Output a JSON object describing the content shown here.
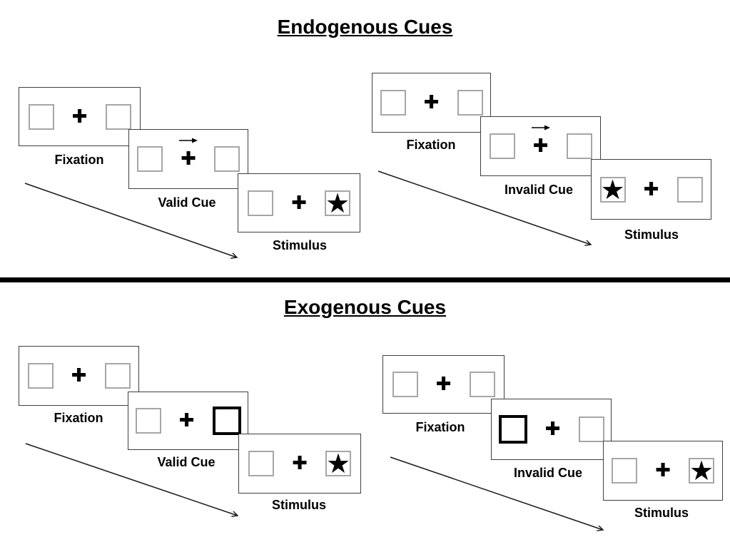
{
  "titles": {
    "endogenous": "Endogenous Cues",
    "exogenous": "Exogenous Cues"
  },
  "glyphs": {
    "plus": "✚",
    "star": "★"
  },
  "icons": {
    "cue_arrow_icon": "→",
    "sequence_arrow_icon": "↘",
    "fixation_cross_icon": "✚",
    "star_icon": "★"
  },
  "colors": {
    "background": "#ffffff",
    "text": "#000000",
    "card_border": "#3f3f3f",
    "box_border": "#a6a6a6",
    "cue_box_border": "#000000",
    "divider": "#000000",
    "arrow": "#1a1a1a"
  },
  "groups": {
    "endogenous_valid": {
      "cue_type": "endogenous-arrow-right",
      "star_position": "right",
      "frames": [
        {
          "label": "Fixation"
        },
        {
          "label": "Valid Cue"
        },
        {
          "label": "Stimulus"
        }
      ]
    },
    "endogenous_invalid": {
      "cue_type": "endogenous-arrow-right",
      "star_position": "left",
      "frames": [
        {
          "label": "Fixation"
        },
        {
          "label": "Invalid Cue"
        },
        {
          "label": "Stimulus"
        }
      ]
    },
    "exogenous_valid": {
      "cue_type": "exogenous-thick-box-right",
      "star_position": "right",
      "frames": [
        {
          "label": "Fixation"
        },
        {
          "label": "Valid Cue"
        },
        {
          "label": "Stimulus"
        }
      ]
    },
    "exogenous_invalid": {
      "cue_type": "exogenous-thick-box-left",
      "star_position": "right",
      "frames": [
        {
          "label": "Fixation"
        },
        {
          "label": "Invalid Cue"
        },
        {
          "label": "Stimulus"
        }
      ]
    }
  }
}
